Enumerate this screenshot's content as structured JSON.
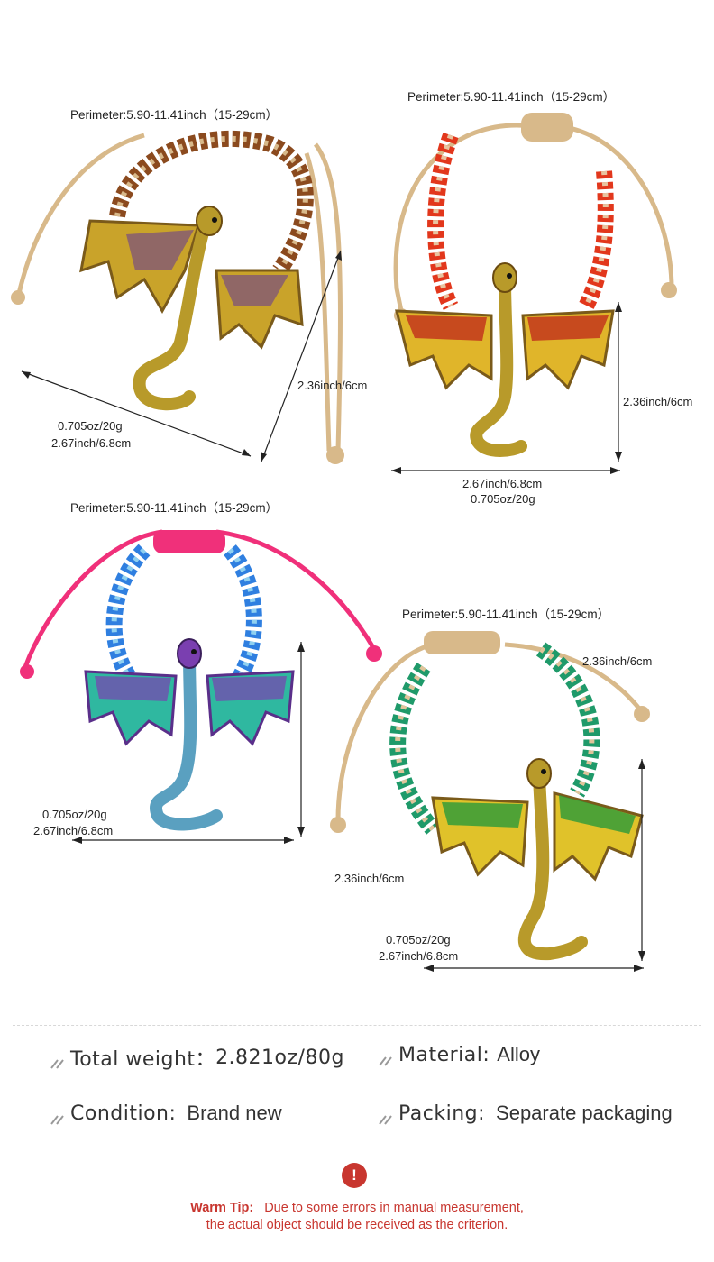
{
  "products": [
    {
      "perimeter": "Perimeter:5.90-11.41inch（15-29cm）",
      "height": "2.36inch/6cm",
      "weight": "0.705oz/20g",
      "width": "2.67inch/6.8cm",
      "cord_color": "#d8b98a",
      "braid_colors": [
        "#8b4a1e",
        "#d8b98a"
      ],
      "wing_colors": [
        "#6a3f8f",
        "#c9a32a"
      ]
    },
    {
      "perimeter": "Perimeter:5.90-11.41inch（15-29cm）",
      "height": "2.36inch/6cm",
      "width": "2.67inch/6.8cm",
      "weight": "0.705oz/20g",
      "cord_color": "#d8b98a",
      "braid_colors": [
        "#e2371c",
        "#e8c4a0"
      ],
      "wing_colors": [
        "#c0301c",
        "#e0b52a"
      ]
    },
    {
      "perimeter": "Perimeter:5.90-11.41inch（15-29cm）",
      "weight": "0.705oz/20g",
      "width": "2.67inch/6.8cm",
      "cord_color": "#f0307a",
      "braid_colors": [
        "#2f7fe0",
        "#8fd0f0"
      ],
      "wing_colors": [
        "#7a3fb0",
        "#2fb8a0"
      ]
    },
    {
      "perimeter": "Perimeter:5.90-11.41inch（15-29cm）",
      "height": "2.36inch/6cm",
      "height2": "2.36inch/6cm",
      "weight": "0.705oz/20g",
      "width": "2.67inch/6.8cm",
      "cord_color": "#d8b98a",
      "braid_colors": [
        "#1f9a6a",
        "#e0c49a"
      ],
      "wing_colors": [
        "#2a9a3a",
        "#e0c22a"
      ]
    }
  ],
  "specs": {
    "total_weight_label": "Total weight：",
    "total_weight_value": "2.821oz/80g",
    "material_label": "Material:",
    "material_value": "Alloy",
    "condition_label": "Condition:",
    "condition_value": "Brand new",
    "packing_label": "Packing:",
    "packing_value": "Separate packaging"
  },
  "warm_tip": {
    "icon": "exclamation-icon",
    "label": "Warm Tip:",
    "line1": "Due to some errors in manual measurement,",
    "line2": "the actual object should be received as the criterion.",
    "color": "#c8362f"
  }
}
